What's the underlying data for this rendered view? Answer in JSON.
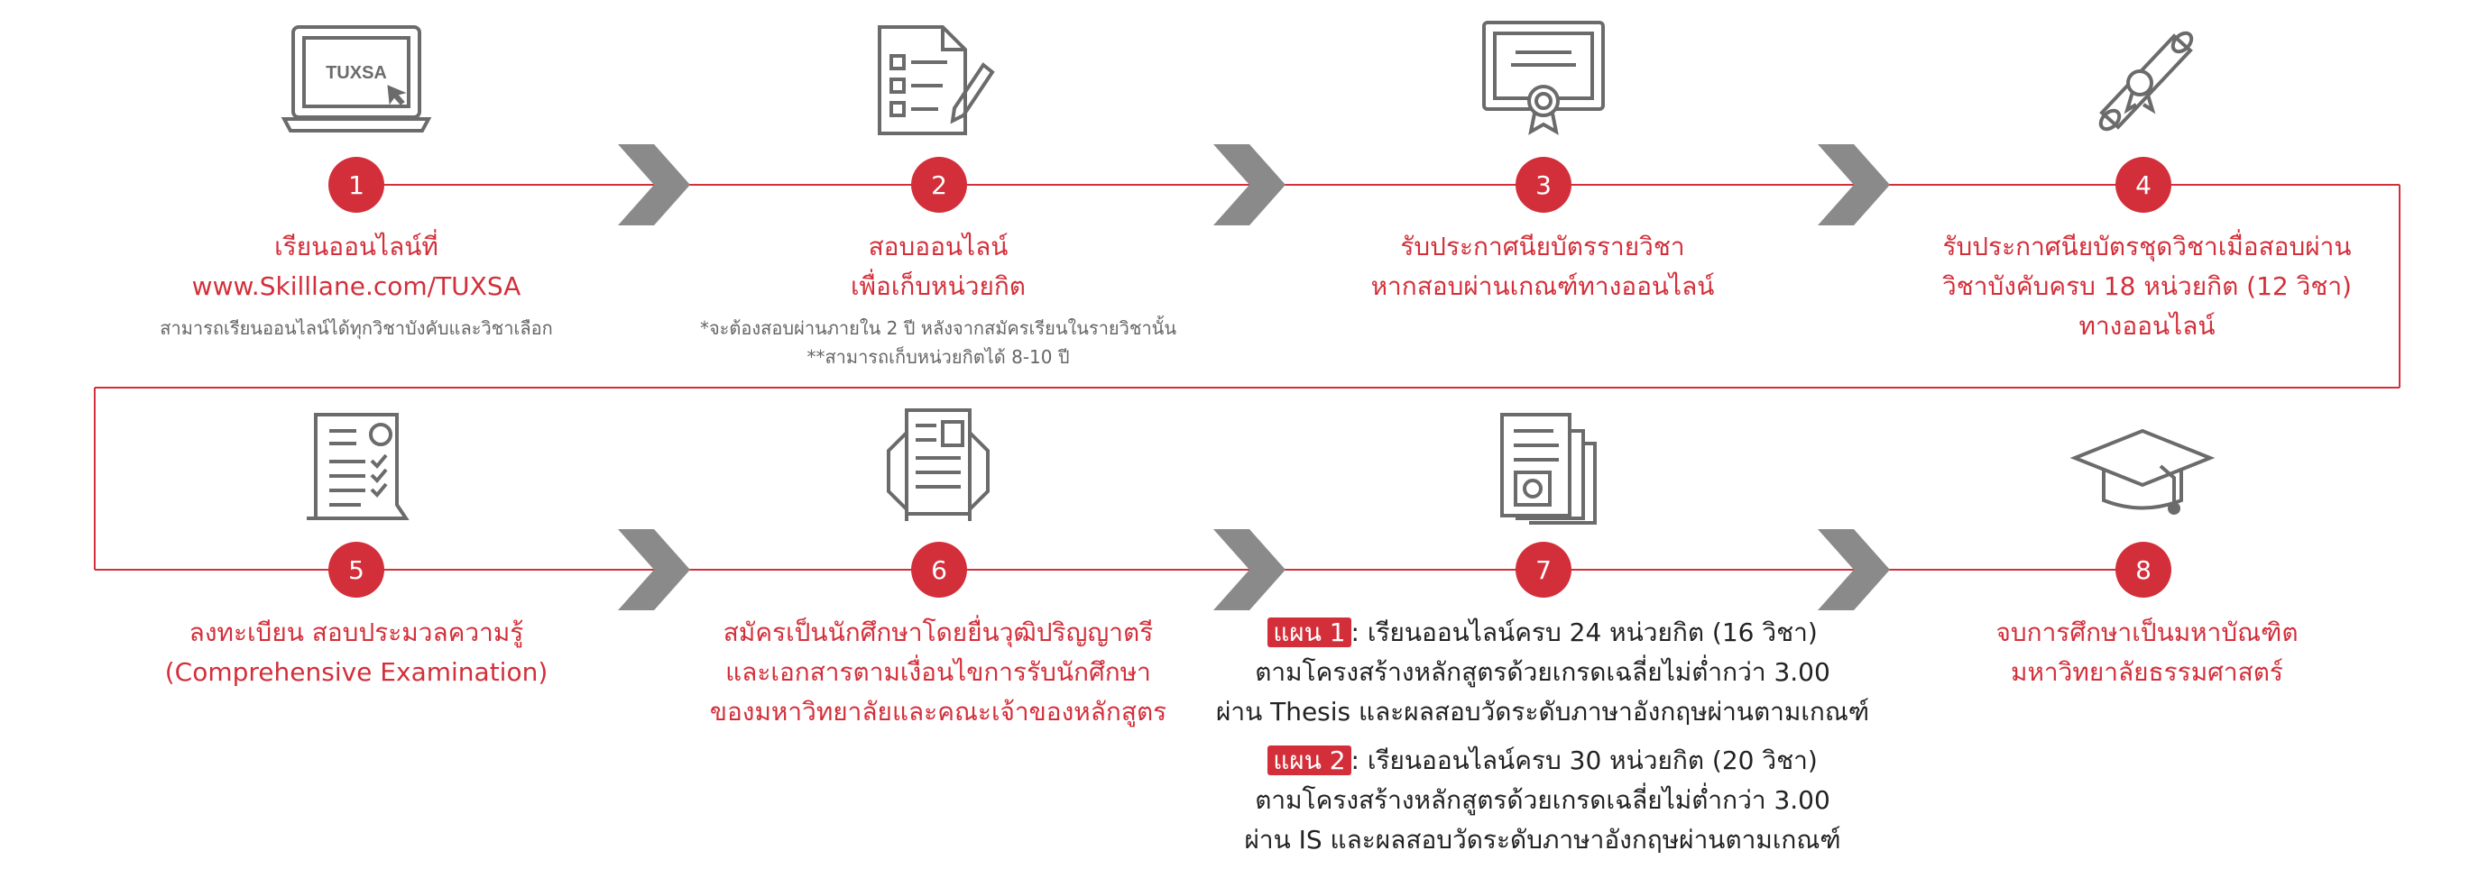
{
  "colors": {
    "accent": "#d32f3a",
    "icon": "#6b6b6b",
    "text_note": "#666666"
  },
  "steps": [
    {
      "num": "1",
      "icon": "laptop-icon",
      "icon_text": "TUXSA",
      "title_lines": [
        "เรียนออนไลน์ที่",
        "www.Skilllane.com/TUXSA"
      ],
      "note_lines": [
        "สามารถเรียนออนไลน์ได้ทุกวิชาบังคับและวิชาเลือก"
      ]
    },
    {
      "num": "2",
      "icon": "exam-paper-icon",
      "title_lines": [
        "สอบออนไลน์",
        "เพื่อเก็บหน่วยกิต"
      ],
      "note_lines": [
        "*จะต้องสอบผ่านภายใน 2 ปี หลังจากสมัครเรียนในรายวิชานั้น",
        "**สามารถเก็บหน่วยกิตได้ 8-10 ปี"
      ]
    },
    {
      "num": "3",
      "icon": "certificate-icon",
      "title_lines": [
        "รับประกาศนียบัตรรายวิชา",
        "หากสอบผ่านเกณฑ์ทางออนไลน์"
      ],
      "note_lines": []
    },
    {
      "num": "4",
      "icon": "diploma-scroll-icon",
      "title_lines": [
        "รับประกาศนียบัตรชุดวิชาเมื่อสอบผ่าน",
        "วิชาบังคับครบ 18 หน่วยกิต (12 วิชา)",
        "ทางออนไลน์"
      ],
      "note_lines": []
    },
    {
      "num": "5",
      "icon": "grade-sheet-icon",
      "title_lines": [
        "ลงทะเบียน สอบประมวลความรู้",
        "(Comprehensive Examination)"
      ],
      "note_lines": []
    },
    {
      "num": "6",
      "icon": "application-form-icon",
      "title_lines": [
        "สมัครเป็นนักศึกษาโดยยื่นวุฒิปริญญาตรี",
        "และเอกสารตามเงื่อนไขการรับนักศึกษา",
        "ของมหาวิทยาลัยและคณะเจ้าของหลักสูตร"
      ],
      "note_lines": []
    },
    {
      "num": "7",
      "icon": "thesis-document-icon",
      "plans": [
        {
          "badge": "แผน 1",
          "lines": [
            ": เรียนออนไลน์ครบ 24 หน่วยกิต (16 วิชา)",
            "ตามโครงสร้างหลักสูตรด้วยเกรดเฉลี่ยไม่ต่ำกว่า 3.00",
            "ผ่าน Thesis และผลสอบวัดระดับภาษาอังกฤษผ่านตามเกณฑ์"
          ]
        },
        {
          "badge": "แผน 2",
          "lines": [
            ": เรียนออนไลน์ครบ 30 หน่วยกิต (20 วิชา)",
            "ตามโครงสร้างหลักสูตรด้วยเกรดเฉลี่ยไม่ต่ำกว่า 3.00",
            "ผ่าน IS และผลสอบวัดระดับภาษาอังกฤษผ่านตามเกณฑ์"
          ]
        }
      ]
    },
    {
      "num": "8",
      "icon": "graduation-cap-icon",
      "title_lines": [
        "จบการศึกษาเป็นมหาบัณฑิต",
        "มหาวิทยาลัยธรรมศาสตร์"
      ],
      "note_lines": []
    }
  ]
}
